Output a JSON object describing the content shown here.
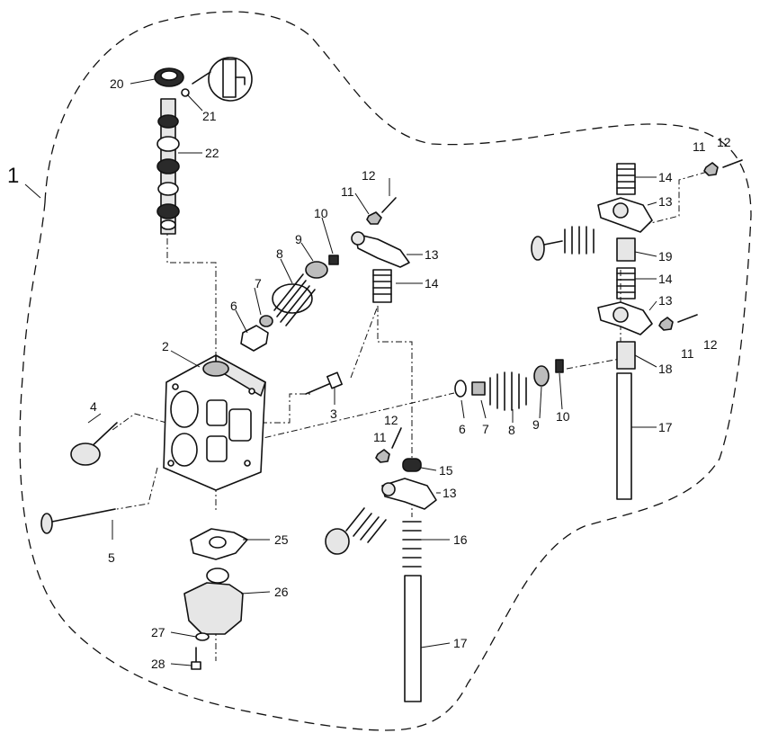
{
  "callouts": [
    {
      "id": "assembly",
      "text": "1"
    },
    {
      "id": "cylinder-head",
      "text": "2"
    },
    {
      "id": "head-bolt",
      "text": "3"
    },
    {
      "id": "intake-valve",
      "text": "4"
    },
    {
      "id": "exhaust-valve",
      "text": "5"
    },
    {
      "id": "valve-seal-upper",
      "text": "6"
    },
    {
      "id": "valve-seal-right",
      "text": "6"
    },
    {
      "id": "spring-seat-upper",
      "text": "7"
    },
    {
      "id": "spring-seat-right",
      "text": "7"
    },
    {
      "id": "valve-spring-upper",
      "text": "8"
    },
    {
      "id": "valve-spring-right",
      "text": "8"
    },
    {
      "id": "spring-retainer-upper",
      "text": "9"
    },
    {
      "id": "spring-retainer-right",
      "text": "9"
    },
    {
      "id": "cotter-upper",
      "text": "10"
    },
    {
      "id": "cotter-right",
      "text": "10"
    },
    {
      "id": "nut-center",
      "text": "11"
    },
    {
      "id": "nut-lower",
      "text": "11"
    },
    {
      "id": "nut-top-right",
      "text": "11"
    },
    {
      "id": "nut-mid-right",
      "text": "11"
    },
    {
      "id": "screw-center",
      "text": "12"
    },
    {
      "id": "screw-lower",
      "text": "12"
    },
    {
      "id": "screw-top-right",
      "text": "12"
    },
    {
      "id": "screw-mid-right",
      "text": "12"
    },
    {
      "id": "rocker-center",
      "text": "13"
    },
    {
      "id": "rocker-lower",
      "text": "13"
    },
    {
      "id": "rocker-top-right",
      "text": "13"
    },
    {
      "id": "rocker-mid-right",
      "text": "13"
    },
    {
      "id": "spring-center",
      "text": "14"
    },
    {
      "id": "spring-top-right",
      "text": "14"
    },
    {
      "id": "spring-mid-right",
      "text": "14"
    },
    {
      "id": "tappet",
      "text": "15"
    },
    {
      "id": "pushrod-spring",
      "text": "16"
    },
    {
      "id": "pushrod-lower",
      "text": "17"
    },
    {
      "id": "pushrod-right",
      "text": "17"
    },
    {
      "id": "sleeve-right",
      "text": "18"
    },
    {
      "id": "sleeve-top",
      "text": "19"
    },
    {
      "id": "oil-seal",
      "text": "20"
    },
    {
      "id": "pin",
      "text": "21"
    },
    {
      "id": "camshaft",
      "text": "22"
    },
    {
      "id": "gasket",
      "text": "25"
    },
    {
      "id": "pump-housing",
      "text": "26"
    },
    {
      "id": "washer",
      "text": "27"
    },
    {
      "id": "bolt",
      "text": "28"
    }
  ],
  "colors": {
    "ink": "#111111",
    "background": "#ffffff"
  }
}
